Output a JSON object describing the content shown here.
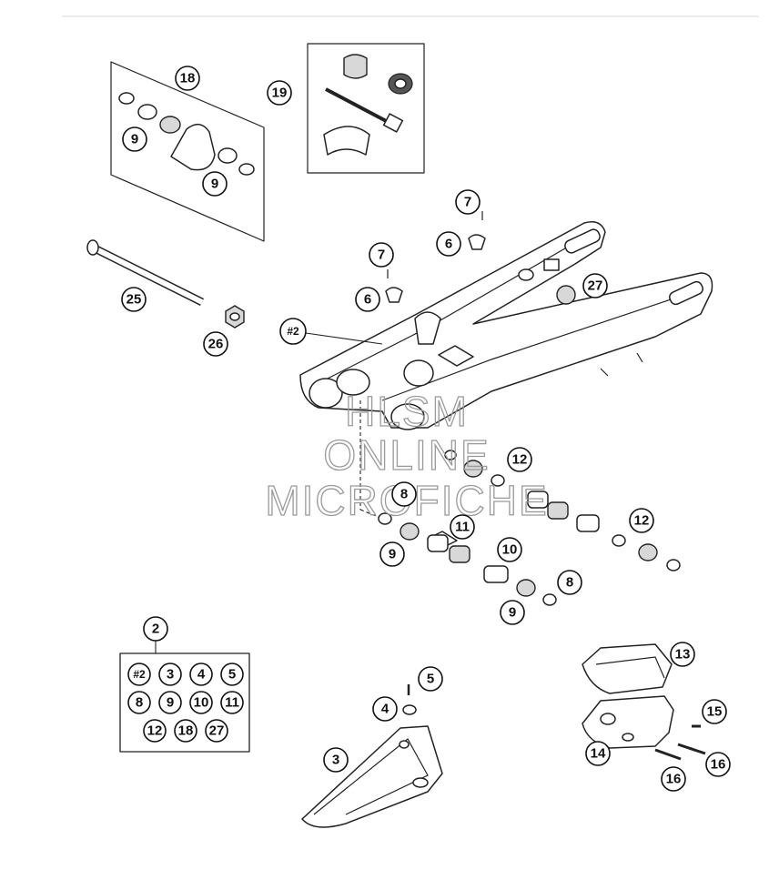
{
  "watermark": {
    "line1": "HLSM",
    "line2": "ONLINE",
    "line3": "MICROFICHE"
  },
  "callouts": {
    "c18": "18",
    "c19": "19",
    "c9a": "9",
    "c9b": "9",
    "c25": "25",
    "c26": "26",
    "c7a": "7",
    "c6a": "6",
    "c7b": "7",
    "c6b": "6",
    "c27": "27",
    "cH2": "#2",
    "c12a": "12",
    "c8a": "8",
    "c11": "11",
    "c12b": "12",
    "c9c": "9",
    "c10": "10",
    "c8b": "8",
    "c9d": "9",
    "c2": "2",
    "c13": "13",
    "c15": "15",
    "c14": "14",
    "c16a": "16",
    "c16b": "16",
    "c5": "5",
    "c4": "4",
    "c3": "3"
  },
  "kit_grid": {
    "row1": [
      "#2",
      "3",
      "4",
      "5"
    ],
    "row2": [
      "8",
      "9",
      "10",
      "11"
    ],
    "row3": [
      "12",
      "18",
      "27"
    ]
  }
}
